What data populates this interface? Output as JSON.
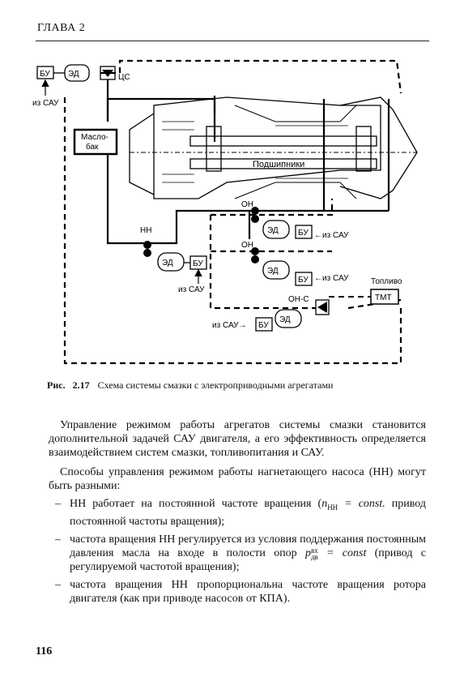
{
  "header": {
    "chapter": "ГЛАВА 2"
  },
  "figure": {
    "labels": {
      "bu": "БУ",
      "ed": "ЭД",
      "ts": "ЦС",
      "from_sau": "из САУ",
      "maslobak_line1": "Масло-",
      "maslobak_line2": "бак",
      "bearings": "Подшипники",
      "nn": "НН",
      "on": "ОН",
      "on_s": "ОН-С",
      "fuel": "Топливо",
      "tmt": "ТМТ",
      "arrow_sau": "←из САУ",
      "sau_arrow": "из САУ→"
    },
    "caption": {
      "prefix": "Рис.",
      "number": "2.17",
      "text": "Схема системы смазки с электроприводными агрегатами"
    }
  },
  "body": {
    "para1": "Управление режимом работы агрегатов системы смазки становится дополнительной задачей САУ двигателя, а его эффективность определяется взаимодействием систем смазки, топливопитания и САУ.",
    "para2": "Способы управления режимом работы нагнетающего насоса (НН) могут быть разными:",
    "items": [
      {
        "dash": "–",
        "text": "НН работает на постоянной частоте вращения (",
        "math": "n",
        "math_sub": "НН",
        "math_tail": " = const.",
        "tail": " привод постоянной частоты вращения);"
      },
      {
        "dash": "–",
        "text": "частота вращения НН регулируется из условия поддержания постоянным давления масла на входе в полости опор ",
        "math": "p",
        "math_sup": "вх",
        "math_sub": "дв",
        "math_tail": " = const",
        "tail": " (привод с регулируемой частотой вращения);"
      },
      {
        "dash": "–",
        "text": "частота вращения НН пропорциональна частоте вращения ротора двигателя (как при приводе насосов от КПА)."
      }
    ]
  },
  "footer": {
    "page_number": "116"
  }
}
